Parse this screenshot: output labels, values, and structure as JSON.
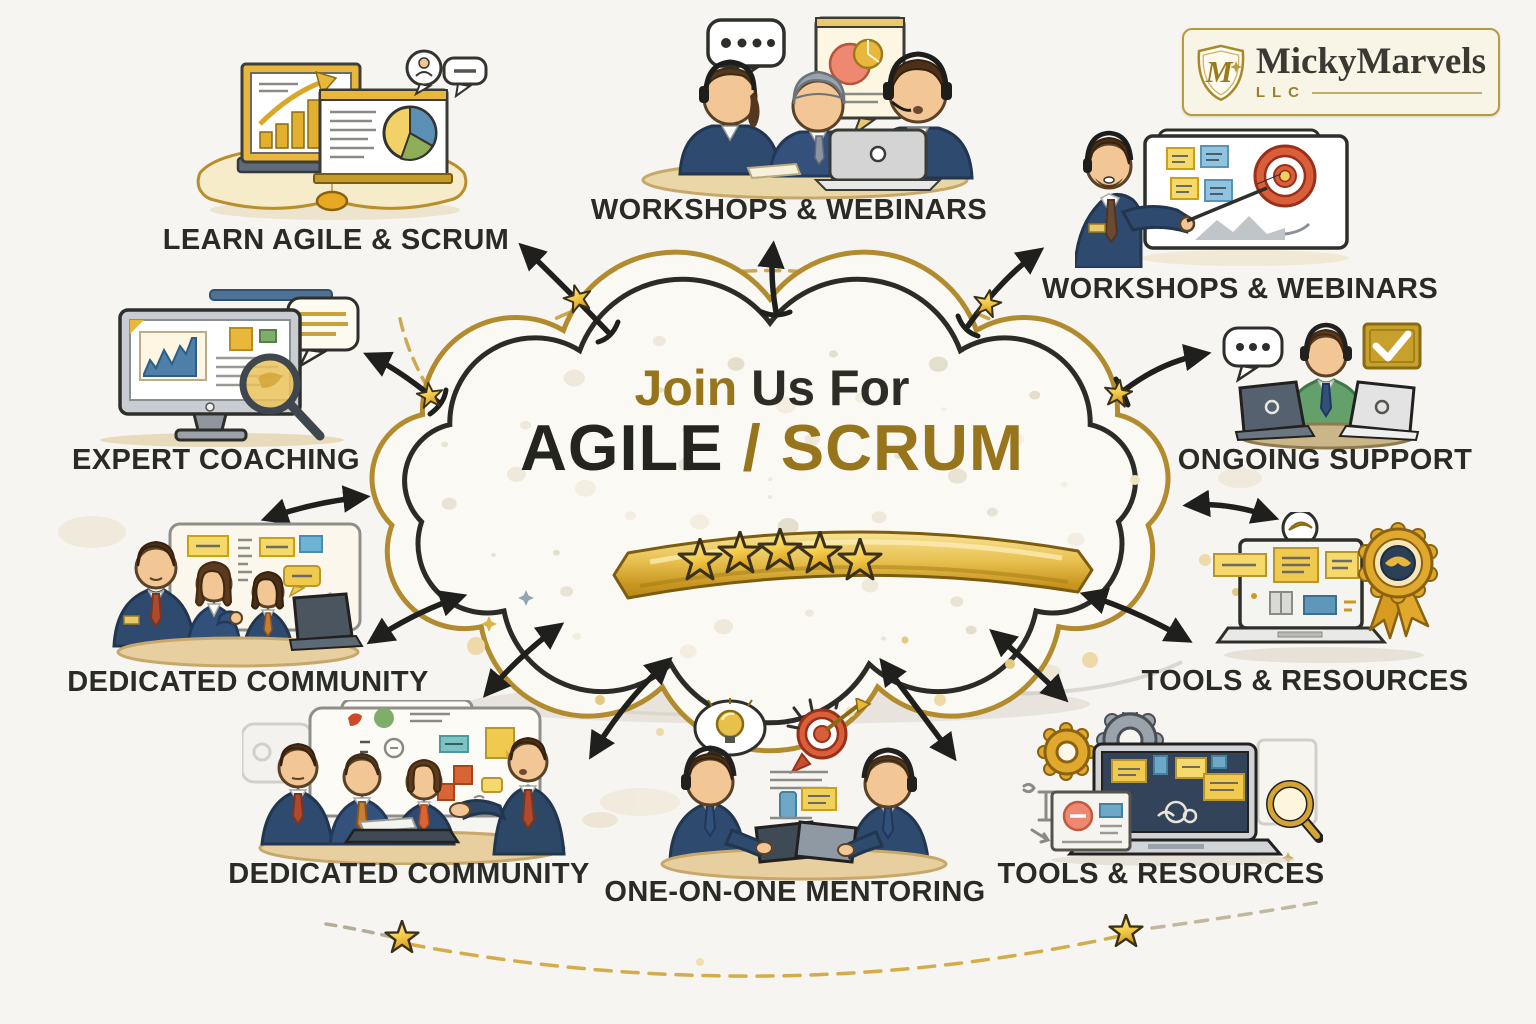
{
  "brand": {
    "name": "MickyMarvels",
    "suffix": "LLC",
    "monogram": "M"
  },
  "center": {
    "intro_accent": "Join",
    "intro_rest": " Us For",
    "title_dark": "AGILE",
    "title_accent": " / SCRUM",
    "rating_stars": 5
  },
  "features": [
    {
      "id": "learn-agile-scrum",
      "label": "LEARN AGILE & SCRUM"
    },
    {
      "id": "workshops-webinars-top",
      "label": "WORKSHOPS & WEBINARS"
    },
    {
      "id": "workshops-webinars-right",
      "label": "WORKSHOPS & WEBINARS"
    },
    {
      "id": "expert-coaching",
      "label": "EXPERT COACHING"
    },
    {
      "id": "ongoing-support",
      "label": "ONGOING SUPPORT"
    },
    {
      "id": "dedicated-community-left",
      "label": "DEDICATED COMMUNITY"
    },
    {
      "id": "tools-resources-right",
      "label": "TOOLS & RESOURCES"
    },
    {
      "id": "dedicated-community-bottom",
      "label": "DEDICATED COMMUNITY"
    },
    {
      "id": "one-on-one-mentoring",
      "label": "ONE-ON-ONE MENTORING"
    },
    {
      "id": "tools-resources-bottom",
      "label": "TOOLS & RESOURCES"
    }
  ],
  "colors": {
    "accent_gold": "#97751c",
    "cloud_outline_gold": "#b28b2e",
    "cloud_outline_dark": "#2b2b28",
    "arrow": "#1f1f1d",
    "text_dark": "#2b2b26",
    "ribbon_gold": "#d4a02a",
    "dashed_gold": "#c9a23f",
    "background": "#f6f5f2"
  }
}
